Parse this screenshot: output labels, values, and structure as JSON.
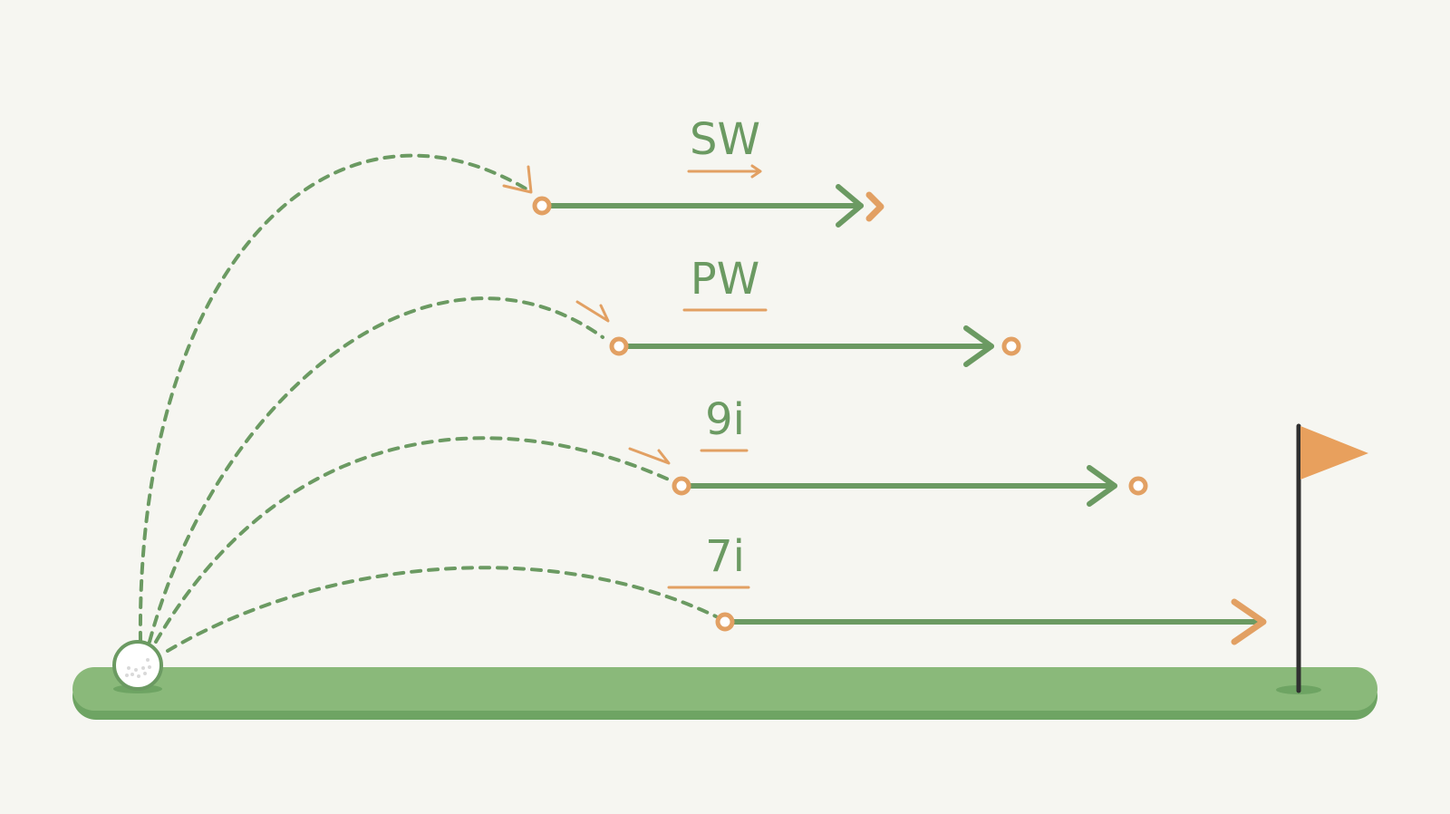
{
  "diagram": {
    "clubs": [
      {
        "id": "sw",
        "label": "SW"
      },
      {
        "id": "pw",
        "label": "PW"
      },
      {
        "id": "9i",
        "label": "9i"
      },
      {
        "id": "7i",
        "label": "7i"
      }
    ],
    "colors": {
      "background": "#f6f6f1",
      "green": "#6b9a62",
      "fairway": "#8ab97a",
      "fairway_shadow": "#6ea463",
      "accent": "#e2a063",
      "flag": "#e8a05d",
      "flagpole": "#2f2f2f"
    },
    "icons": {
      "ball": "golf-ball-icon",
      "flag": "flag-icon"
    }
  }
}
